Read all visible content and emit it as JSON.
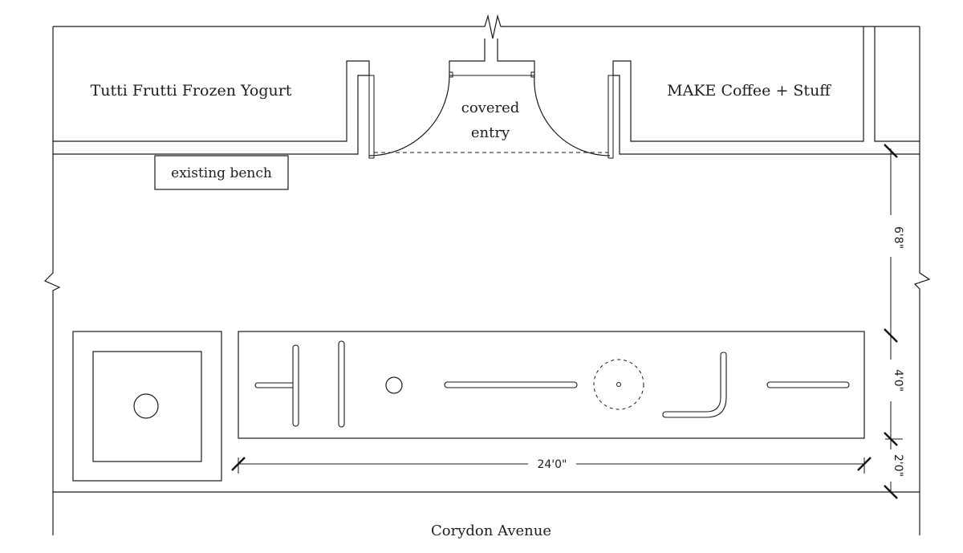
{
  "labels": {
    "shop_left": "Tutti Frutti Frozen Yogurt",
    "shop_right": "MAKE Coffee + Stuff",
    "entry_line1": "covered",
    "entry_line2": "entry",
    "bench": "existing bench",
    "street": "Corydon Avenue"
  },
  "dimensions": {
    "depth_to_planter": "6'8\"",
    "planter_depth": "4'0\"",
    "curb_gap": "2'0\"",
    "planter_length": "24'0\""
  },
  "colors": {
    "line": "#1a1a1a",
    "background": "#ffffff"
  }
}
